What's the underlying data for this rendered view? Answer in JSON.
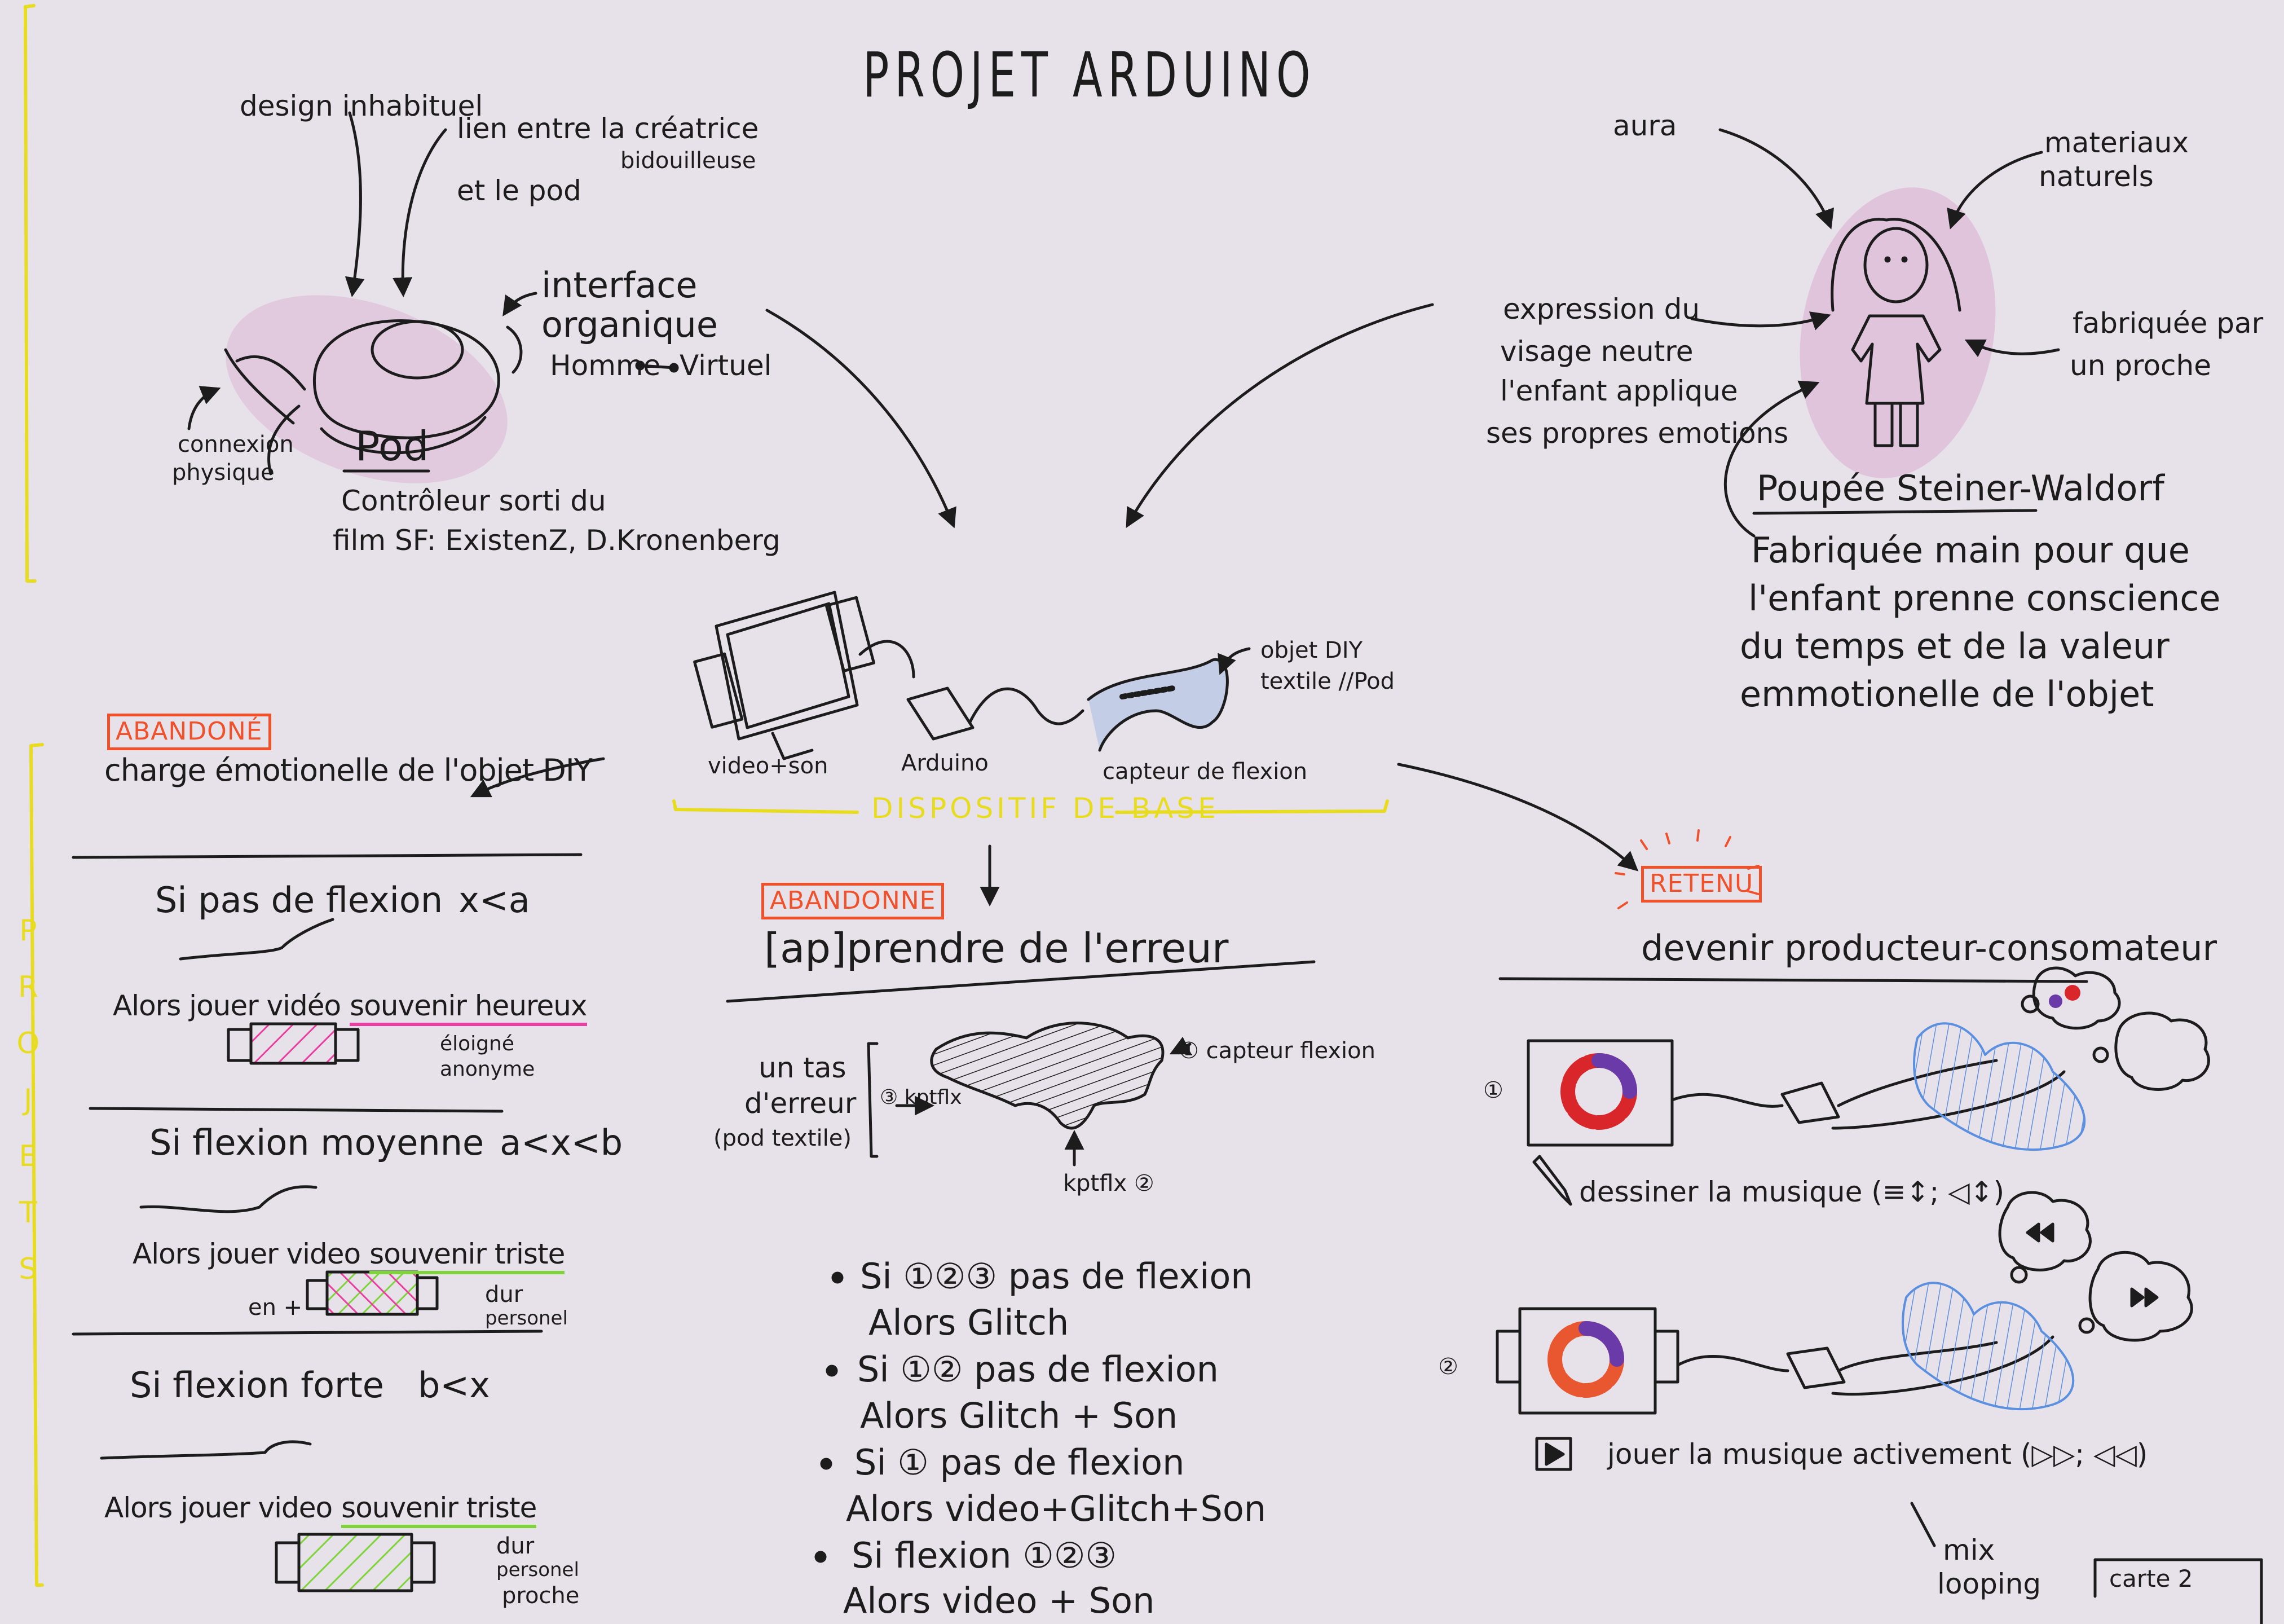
{
  "title": "PROJET ARDUINO",
  "side_label": "PROJETS",
  "colors": {
    "paper": "#e7e2e9",
    "ink": "#1c1c1c",
    "stamp": "#f0502a",
    "highlight_yellow": "#e8dc20",
    "pink": "#ea3fa0",
    "green": "#7ed43a",
    "blue": "#5b8fe0",
    "aura": "#c45aa8"
  },
  "pod": {
    "design": "design inhabituel",
    "lien_line1": "lien entre la créatrice",
    "lien_line2": "bidouilleuse",
    "lien_line3": "et le pod",
    "interface_line1": "interface",
    "interface_line2": "organique",
    "homme": "Homme",
    "virtuel": "Virtuel",
    "connexion_line1": "connexion",
    "connexion_line2": "physique",
    "name": "Pod",
    "desc_line1": "Contrôleur sorti du",
    "desc_line2": "film SF: ExistenZ, D.Kronenberg"
  },
  "doll": {
    "aura": "aura",
    "materiaux_line1": "materiaux",
    "materiaux_line2": "naturels",
    "expression_lines": [
      "expression du",
      "visage neutre",
      "l'enfant applique",
      "ses propres emotions"
    ],
    "fabrique_line1": "fabriquée par",
    "fabrique_line2": "un proche",
    "name": "Poupée Steiner-Waldorf",
    "desc_lines": [
      "Fabriquée main pour que",
      "l'enfant prenne conscience",
      "du temps et de la valeur",
      "emmotionelle de l'objet"
    ]
  },
  "base": {
    "video_son": "video+son",
    "arduino": "Arduino",
    "capteur": "capteur de flexion",
    "objet_line1": "objet DIY",
    "objet_line2": "textile //Pod",
    "label": "DISPOSITIF DE BASE"
  },
  "left_project": {
    "status": "ABANDONÉ",
    "title": "charge émotionelle de l'objet DIY",
    "cases": [
      {
        "cond": "Si pas de flexion",
        "expr": "x<a",
        "action_pre": "Alors jouer vidéo",
        "action_ul": "souvenir heureux",
        "notes": [
          "éloigné",
          "anonyme"
        ]
      },
      {
        "cond": "Si flexion moyenne",
        "expr": "a<x<b",
        "action_pre": "Alors jouer video",
        "action_ul": "souvenir triste",
        "notes": [
          "dur",
          "personel"
        ],
        "extra": "en +"
      },
      {
        "cond": "Si flexion forte",
        "expr": "b<x",
        "action_pre": "Alors jouer video",
        "action_ul": "souvenir triste",
        "notes": [
          "dur",
          "personel",
          "proche"
        ]
      }
    ]
  },
  "middle_project": {
    "status": "ABANDONNE",
    "title": "[ap]prendre de l'erreur",
    "tas_lines": [
      "un tas",
      "d'erreur",
      "(pod textile)"
    ],
    "sensor1": "① capteur flexion",
    "sensor2": "kptflx ②",
    "sensor3": "③ kptflx",
    "rules": [
      {
        "cond": "Si ①②③ pas de flexion",
        "action": "Alors Glitch"
      },
      {
        "cond": "Si ①② pas de flexion",
        "action": "Alors Glitch + Son"
      },
      {
        "cond": "Si ① pas de flexion",
        "action": "Alors video+Glitch+Son"
      },
      {
        "cond": "Si flexion ①②③",
        "action": "Alors video + Son"
      }
    ]
  },
  "right_project": {
    "status": "RETENU",
    "title": "devenir producteur-consomateur",
    "step1_num": "①",
    "step1": "dessiner la musique (≡↕; ◁↕)",
    "step2_num": "②",
    "step2": "jouer la musique activement (▷▷; ◁◁)",
    "note_line1": "mix",
    "note_line2": "looping"
  },
  "card": "carte 2"
}
